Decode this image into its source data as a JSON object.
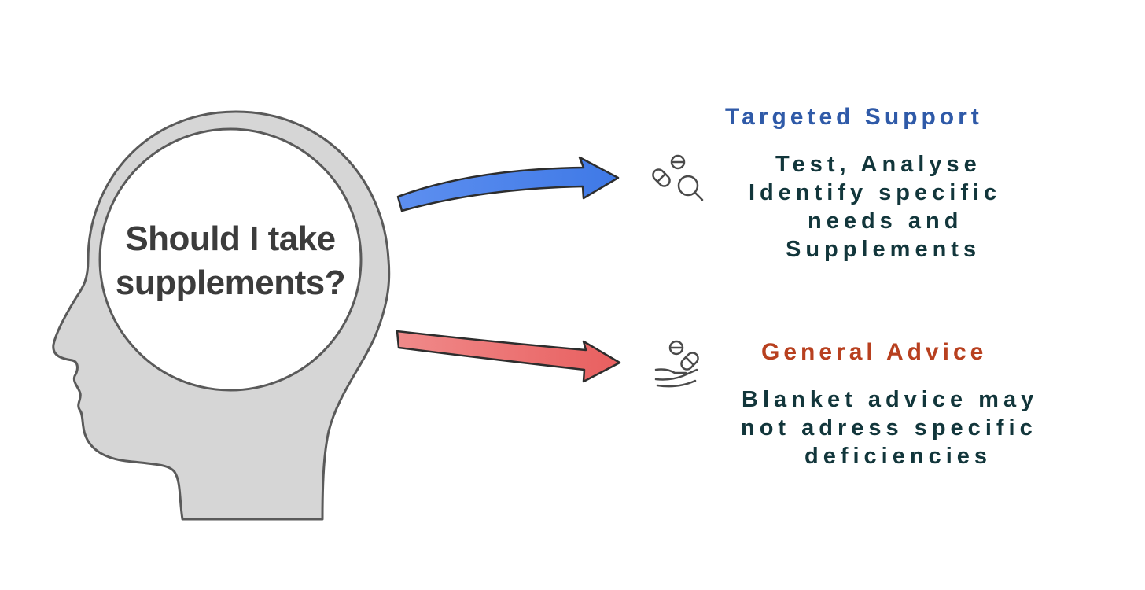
{
  "head": {
    "question_line1": "Should I take",
    "question_line2": "supplements?"
  },
  "targeted": {
    "title": "Targeted Support",
    "lines": [
      "Test, Analyse",
      "Identify specific",
      "needs and",
      "Supplements"
    ],
    "icon": "pills-magnifier-icon",
    "arrow_color": "#4f86e8"
  },
  "general": {
    "title": "General Advice",
    "lines": [
      "Blanket advice may",
      "not adress specific",
      "deficiencies"
    ],
    "icon": "hand-pills-icon",
    "arrow_color": "#ee6f6f"
  },
  "colors": {
    "head_fill": "#d6d6d6",
    "head_stroke": "#5a5a5a",
    "title_blue": "#2f5aa8",
    "title_red": "#b8401f",
    "body_text": "#12363b"
  }
}
